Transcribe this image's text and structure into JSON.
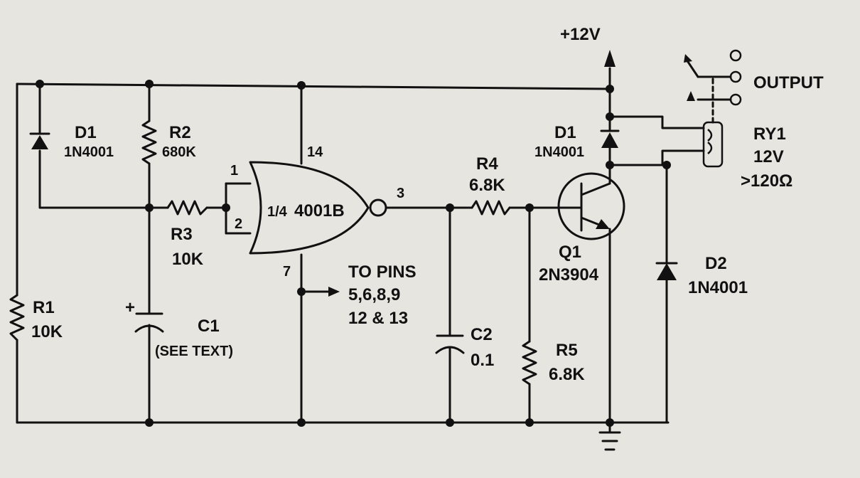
{
  "supply": {
    "label": "+12V"
  },
  "output": {
    "label": "OUTPUT"
  },
  "components": {
    "D1_left": {
      "ref": "D1",
      "value": "1N4001"
    },
    "R2": {
      "ref": "R2",
      "value": "680K"
    },
    "R3": {
      "ref": "R3",
      "value": "10K"
    },
    "R1": {
      "ref": "R1",
      "value": "10K"
    },
    "C1": {
      "ref": "C1",
      "value": "(SEE TEXT)",
      "polarity": "+"
    },
    "U1": {
      "fraction": "1/4",
      "part": "4001B",
      "pin_in_1": "1",
      "pin_in_2": "2",
      "pin_out": "3",
      "pin_vdd": "14",
      "pin_gnd": "7"
    },
    "note": {
      "line1": "TO PINS",
      "line2": "5,6,8,9",
      "line3": "12 & 13"
    },
    "R4": {
      "ref": "R4",
      "value": "6.8K"
    },
    "C2": {
      "ref": "C2",
      "value": "0.1"
    },
    "R5": {
      "ref": "R5",
      "value": "6.8K"
    },
    "D1_right": {
      "ref": "D1",
      "value": "1N4001"
    },
    "Q1": {
      "ref": "Q1",
      "value": "2N3904"
    },
    "D2": {
      "ref": "D2",
      "value": "1N4001"
    },
    "RY1": {
      "ref": "RY1",
      "voltage": "12V",
      "resistance": ">120Ω"
    }
  }
}
